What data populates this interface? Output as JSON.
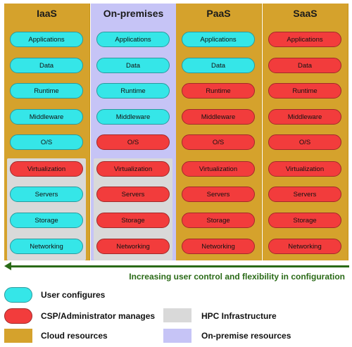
{
  "columns": [
    {
      "title": "IaaS",
      "bg": "#d5a22c",
      "hpc": true,
      "layers": [
        "user",
        "user",
        "user",
        "user",
        "user",
        "csp",
        "user",
        "user",
        "user"
      ]
    },
    {
      "title": "On-premises",
      "bg": "#c6c4f6",
      "hpc": true,
      "layers": [
        "user",
        "user",
        "user",
        "user",
        "csp",
        "csp",
        "csp",
        "csp",
        "csp"
      ]
    },
    {
      "title": "PaaS",
      "bg": "#d5a22c",
      "hpc": false,
      "layers": [
        "user",
        "user",
        "csp",
        "csp",
        "csp",
        "csp",
        "csp",
        "csp",
        "csp"
      ]
    },
    {
      "title": "SaaS",
      "bg": "#d5a22c",
      "hpc": false,
      "layers": [
        "csp",
        "csp",
        "csp",
        "csp",
        "csp",
        "csp",
        "csp",
        "csp",
        "csp"
      ]
    }
  ],
  "layer_labels": [
    "Applications",
    "Data",
    "Runtime",
    "Middleware",
    "O/S",
    "Virtualization",
    "Servers",
    "Storage",
    "Networking"
  ],
  "arrow_label": "Increasing user control and flexibility in configuration",
  "legend": {
    "user": "User configures",
    "csp": "CSP/Administrator manages",
    "hpc": "HPC Infrastructure",
    "cloud": "Cloud resources",
    "onprem": "On-premise resources"
  },
  "colors": {
    "user": "#35e6e8",
    "csp": "#f23c3c",
    "hpc": "#d9d9d9",
    "cloud": "#d5a22c",
    "onprem": "#c6c4f6",
    "arrow": "#2a6a17"
  }
}
